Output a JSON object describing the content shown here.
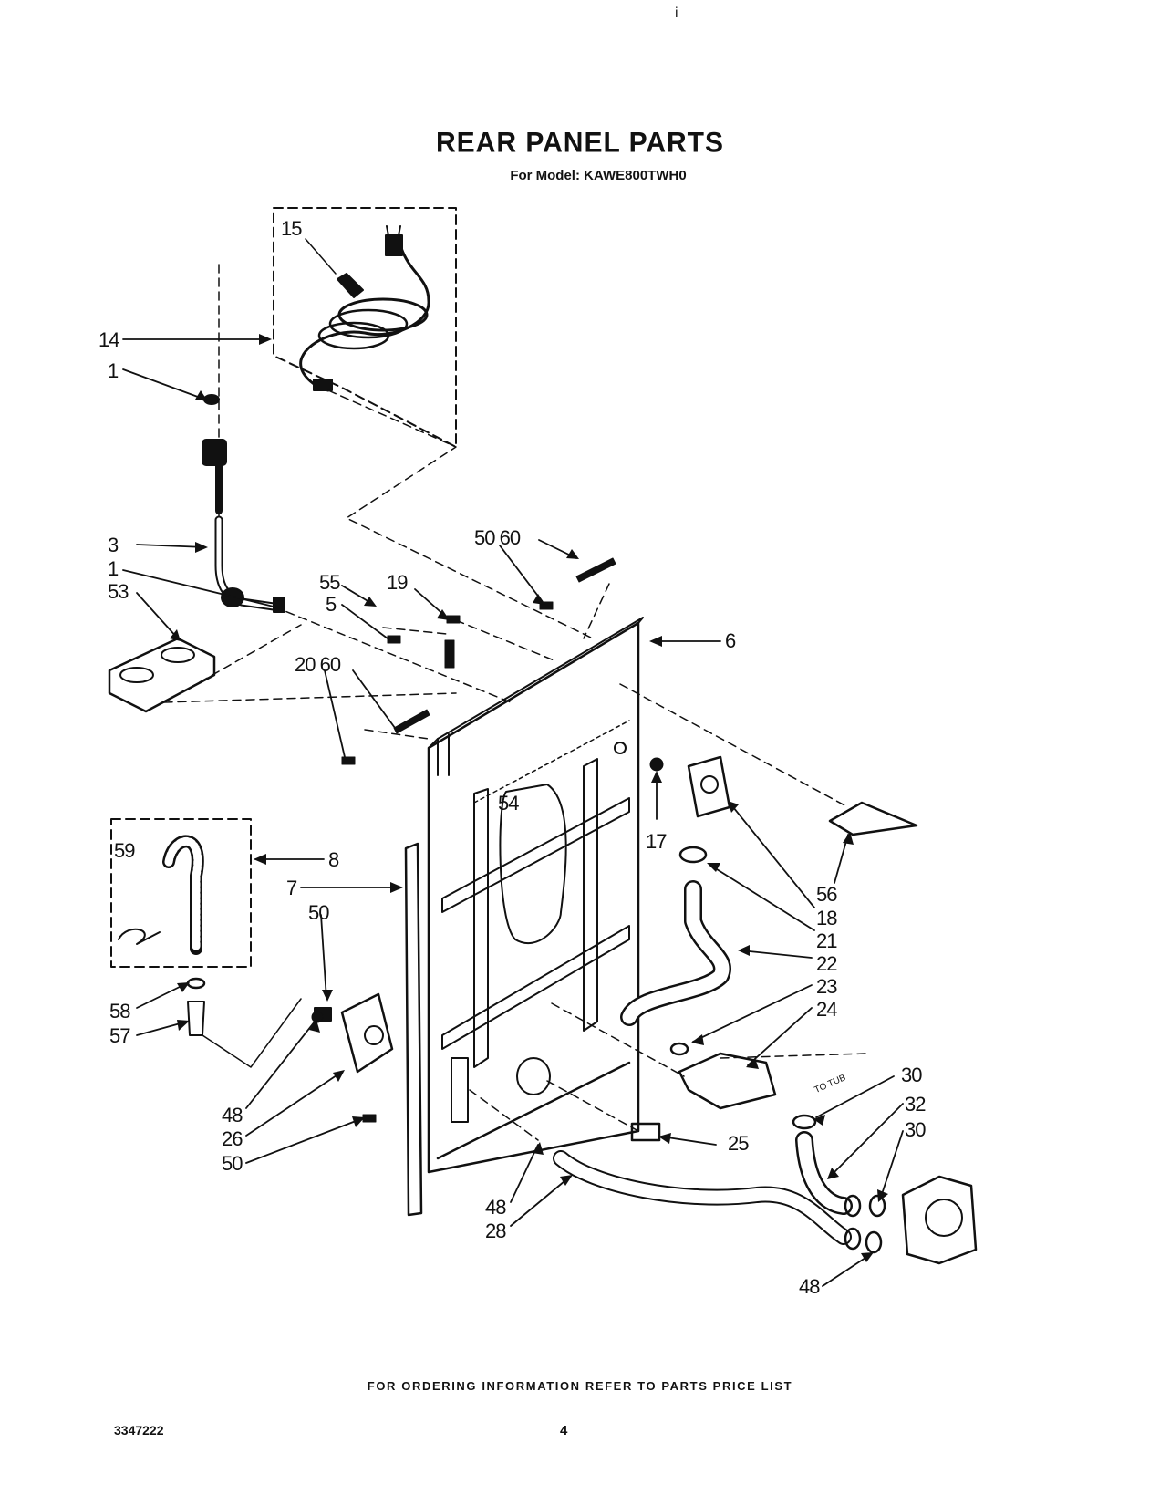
{
  "header": {
    "title": "REAR PANEL PARTS",
    "subtitle": "For Model: KAWE800TWH0"
  },
  "callouts": [
    "15",
    "14",
    "1",
    "3",
    "1",
    "53",
    "55",
    "5",
    "19",
    "50 60",
    "6",
    "20 60",
    "54",
    "17",
    "56",
    "18",
    "21",
    "22",
    "23",
    "24",
    "59",
    "8",
    "7",
    "50",
    "58",
    "57",
    "48",
    "26",
    "50",
    "25",
    "48",
    "28",
    "30",
    "32",
    "30",
    "48"
  ],
  "inline_labels": {
    "to_tub": "TO TUB"
  },
  "footer": {
    "ordering_note": "FOR ORDERING INFORMATION REFER TO PARTS PRICE LIST",
    "doc_number": "3347222",
    "page_number": "4"
  }
}
